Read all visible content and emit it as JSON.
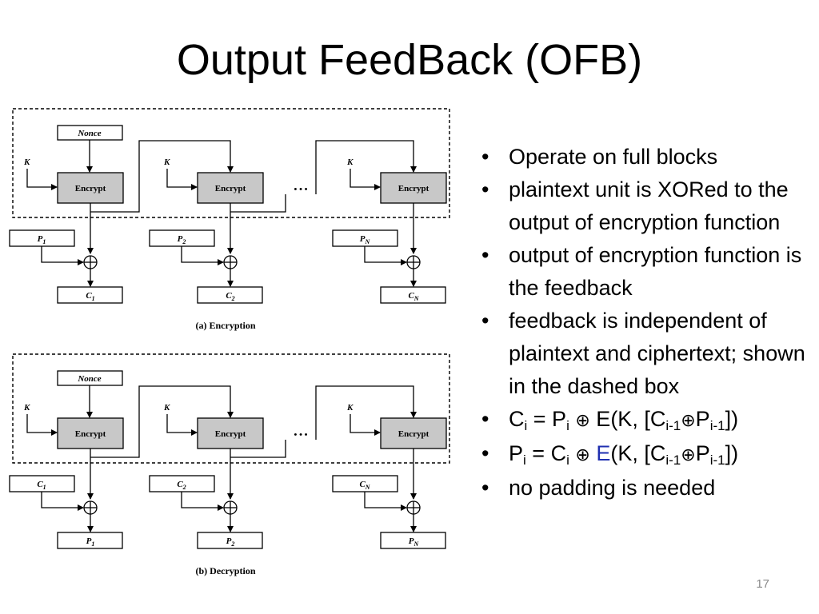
{
  "slide": {
    "title": "Output FeedBack (OFB)",
    "page_number": "17"
  },
  "diagram": {
    "encryption": {
      "caption": "(a) Encryption",
      "nonce_label": "Nonce",
      "key_labels": [
        "K",
        "K",
        "K"
      ],
      "encrypt_labels": [
        "Encrypt",
        "Encrypt",
        "Encrypt"
      ],
      "input_labels": [
        {
          "base": "P",
          "sub": "1"
        },
        {
          "base": "P",
          "sub": "2"
        },
        {
          "base": "P",
          "sub": "N"
        }
      ],
      "output_labels": [
        {
          "base": "C",
          "sub": "1"
        },
        {
          "base": "C",
          "sub": "2"
        },
        {
          "base": "C",
          "sub": "N"
        }
      ],
      "ellipsis": "• • •"
    },
    "decryption": {
      "caption": "(b) Decryption",
      "nonce_label": "Nonce",
      "key_labels": [
        "K",
        "K",
        "K"
      ],
      "encrypt_labels": [
        "Encrypt",
        "Encrypt",
        "Encrypt"
      ],
      "input_labels": [
        {
          "base": "C",
          "sub": "1"
        },
        {
          "base": "C",
          "sub": "2"
        },
        {
          "base": "C",
          "sub": "N"
        }
      ],
      "output_labels": [
        {
          "base": "P",
          "sub": "1"
        },
        {
          "base": "P",
          "sub": "2"
        },
        {
          "base": "P",
          "sub": "N"
        }
      ],
      "ellipsis": "• • •"
    },
    "colors": {
      "encrypt_fill": "#c8c8c8",
      "line": "#000000"
    }
  },
  "bullets": {
    "b1": "Operate on full blocks",
    "b2": "plaintext unit is XORed to the output of encryption function",
    "b3": "output of encryption function is the feedback",
    "b4": "feedback is independent of plaintext and ciphertext; shown in the dashed box",
    "b5": {
      "c": "C",
      "i": "i",
      "eq": " = P",
      "oplus": "⊕",
      "e": " E",
      "mid": "(K, [C",
      "sub1": "i-1",
      "p": "P",
      "sub2": "i-1",
      "end": "])"
    },
    "b6": {
      "p": "P",
      "i": "i",
      "eq": " = C",
      "oplus": "⊕",
      "e": " E",
      "mid": "(K, [C",
      "sub1": "i-1",
      "pp": "P",
      "sub2": "i-1",
      "end": "])",
      "e_color": "#1f2fb0"
    },
    "b7": "no padding is needed"
  }
}
